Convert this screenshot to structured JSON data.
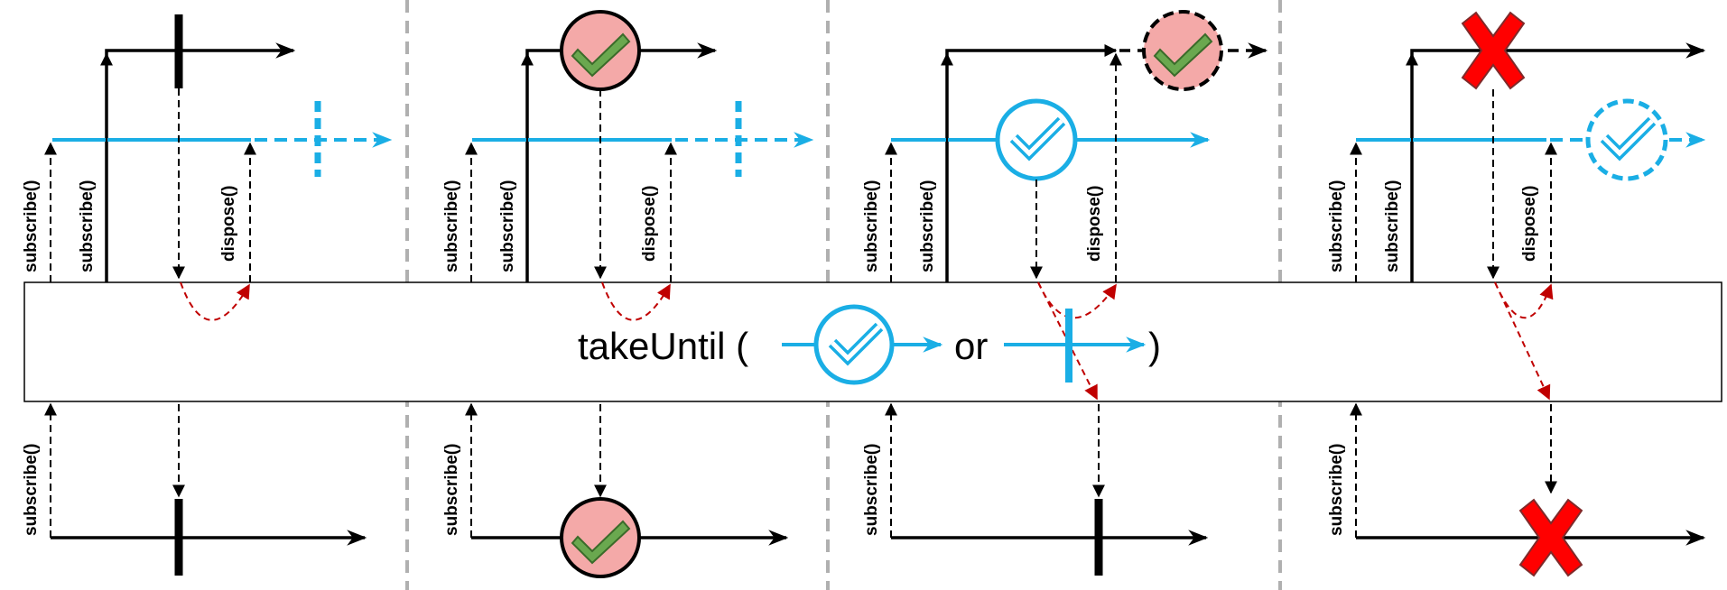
{
  "operator": {
    "name": "takeUntil (",
    "separator": "or",
    "close": ")"
  },
  "labels": {
    "subscribe": "subscribe()",
    "dispose": "dispose()"
  },
  "colors": {
    "source_line": "#000000",
    "notifier_line": "#1aaee5",
    "dispose_arrow": "#c00000",
    "divider": "#b0b0b0",
    "complete_fill": "#f4a9a8",
    "check_green": "#6aa84f",
    "error_red": "#ff0000"
  },
  "icons": {
    "completion": "check-circle-icon",
    "error": "x-cross-icon",
    "stop": "vertical-bar-icon"
  },
  "panels": [
    {
      "id": "source-completes",
      "source_event": "completion",
      "notifier_event": "none",
      "result_event": "completion"
    },
    {
      "id": "source-completes-with-value",
      "source_event": "value",
      "notifier_event": "none",
      "result_event": "value"
    },
    {
      "id": "notifier-emits",
      "source_event": "value-after-dispose",
      "notifier_event": "value",
      "result_event": "completion"
    },
    {
      "id": "source-errors",
      "source_event": "error",
      "notifier_event": "value-after-dispose",
      "result_event": "error"
    }
  ]
}
